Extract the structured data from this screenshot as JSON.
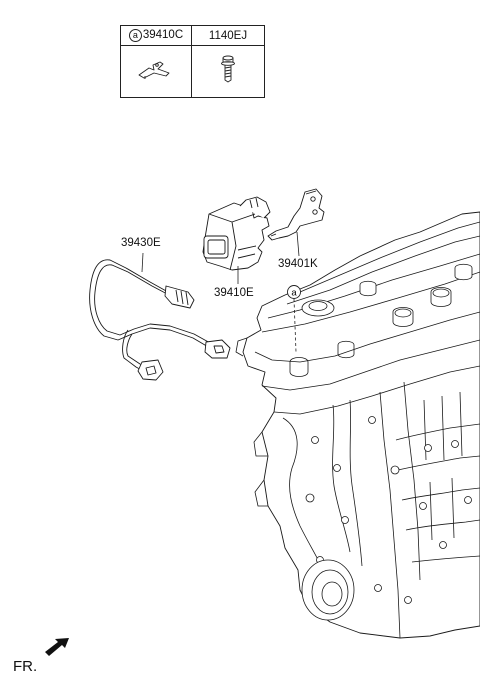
{
  "parts_table": {
    "callout_letter": "a",
    "columns": [
      {
        "part_no": "39410C",
        "has_callout": true,
        "icon": "bracket-icon"
      },
      {
        "part_no": "1140EJ",
        "has_callout": false,
        "icon": "bolt-icon"
      }
    ]
  },
  "labels": {
    "harness": "39430E",
    "sensor": "39410E",
    "bracket": "39401K",
    "callout": "a"
  },
  "front_marker": {
    "text": "FR.",
    "icon": "front-direction-arrow-icon"
  }
}
